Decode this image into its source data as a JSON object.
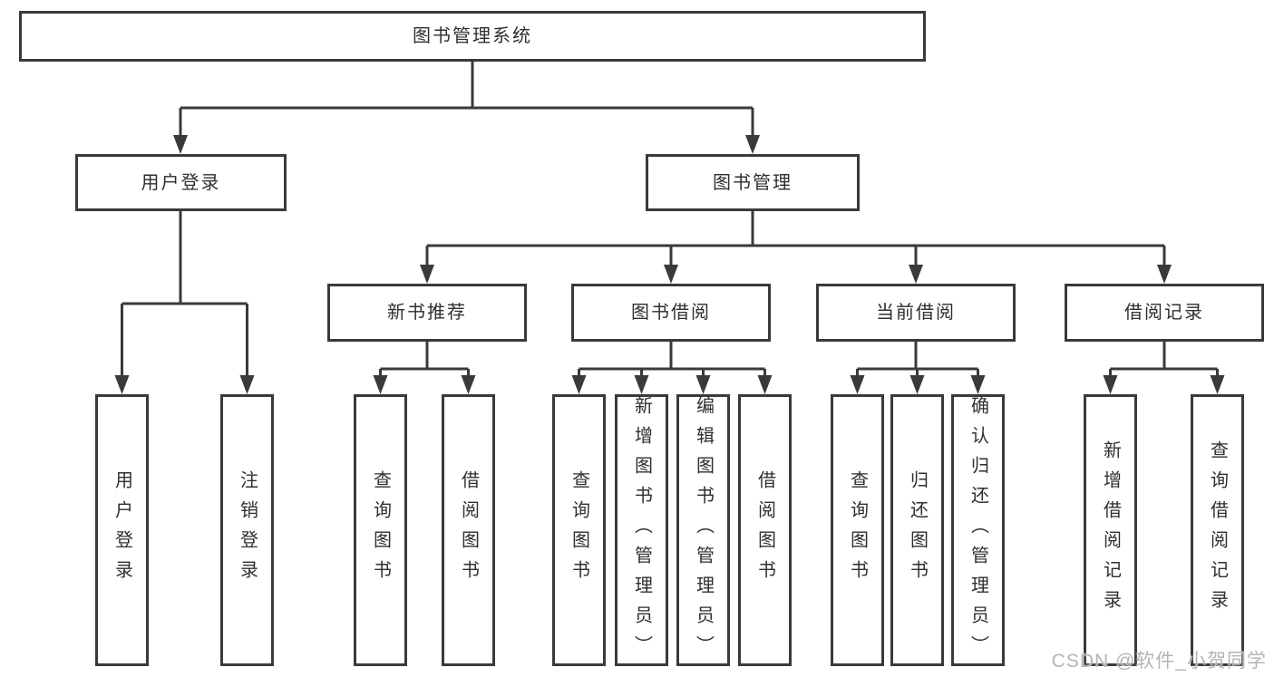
{
  "tree": {
    "root": {
      "label": "图书管理系统"
    },
    "branches": [
      {
        "label": "用户登录",
        "children": [
          "用户登录",
          "注销登录"
        ]
      },
      {
        "label": "图书管理",
        "sections": [
          {
            "label": "新书推荐",
            "children": [
              "查询图书",
              "借阅图书"
            ]
          },
          {
            "label": "图书借阅",
            "children": [
              "查询图书",
              "新增图书（管理员）",
              "编辑图书（管理员）",
              "借阅图书"
            ]
          },
          {
            "label": "当前借阅",
            "children": [
              "查询图书",
              "归还图书",
              "确认归还（管理员）"
            ]
          },
          {
            "label": "借阅记录",
            "children": [
              "新增借阅记录",
              "查询借阅记录"
            ]
          }
        ]
      }
    ]
  },
  "watermark": "CSDN @软件_小贺同学",
  "colors": {
    "line": "#3a3a3a",
    "text": "#2f2f2f",
    "watermark": "#b4b4b4",
    "background": "#ffffff"
  }
}
